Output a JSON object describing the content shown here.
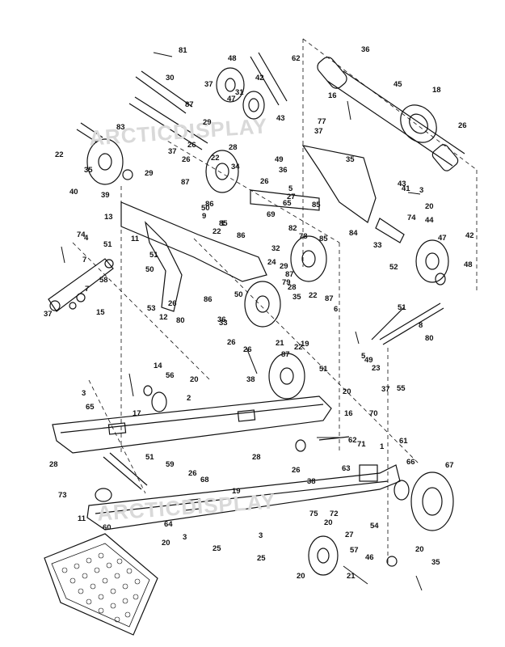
{
  "diagram": {
    "kind": "exploded parts view - snowmobile rear suspension",
    "watermark": "ARCTICDISPLAY",
    "callouts": [
      "81",
      "48",
      "62",
      "36",
      "30",
      "37",
      "42",
      "47",
      "45",
      "31",
      "18",
      "87",
      "16",
      "77",
      "29",
      "83",
      "43",
      "37",
      "22",
      "26",
      "37",
      "28",
      "22",
      "26",
      "87",
      "49",
      "34",
      "35",
      "40",
      "35",
      "26",
      "29",
      "36",
      "39",
      "26",
      "5",
      "27",
      "41",
      "43",
      "3",
      "74",
      "50",
      "86",
      "22",
      "65",
      "85",
      "20",
      "74",
      "13",
      "9",
      "85",
      "1",
      "69",
      "82",
      "44",
      "51",
      "86",
      "24",
      "84",
      "47",
      "42",
      "4",
      "11",
      "78",
      "85",
      "32",
      "33",
      "7",
      "51",
      "29",
      "48",
      "52",
      "50",
      "58",
      "7",
      "53",
      "12",
      "80",
      "86",
      "50",
      "26",
      "33",
      "87",
      "79",
      "51",
      "28",
      "22",
      "87",
      "6",
      "5",
      "37",
      "15",
      "8",
      "80",
      "26",
      "36",
      "35",
      "26",
      "21",
      "22",
      "87",
      "49",
      "23",
      "14",
      "56",
      "20",
      "38",
      "19",
      "51",
      "37",
      "55",
      "2",
      "20",
      "3",
      "65",
      "17",
      "16",
      "70",
      "62",
      "71",
      "1",
      "61",
      "28",
      "51",
      "59",
      "26",
      "68",
      "63",
      "26",
      "28",
      "19",
      "38",
      "66",
      "67",
      "73",
      "11",
      "60",
      "3",
      "64",
      "20",
      "3",
      "25",
      "75",
      "20",
      "72",
      "54",
      "27",
      "25",
      "57",
      "46",
      "21",
      "20",
      "35",
      "20"
    ]
  }
}
